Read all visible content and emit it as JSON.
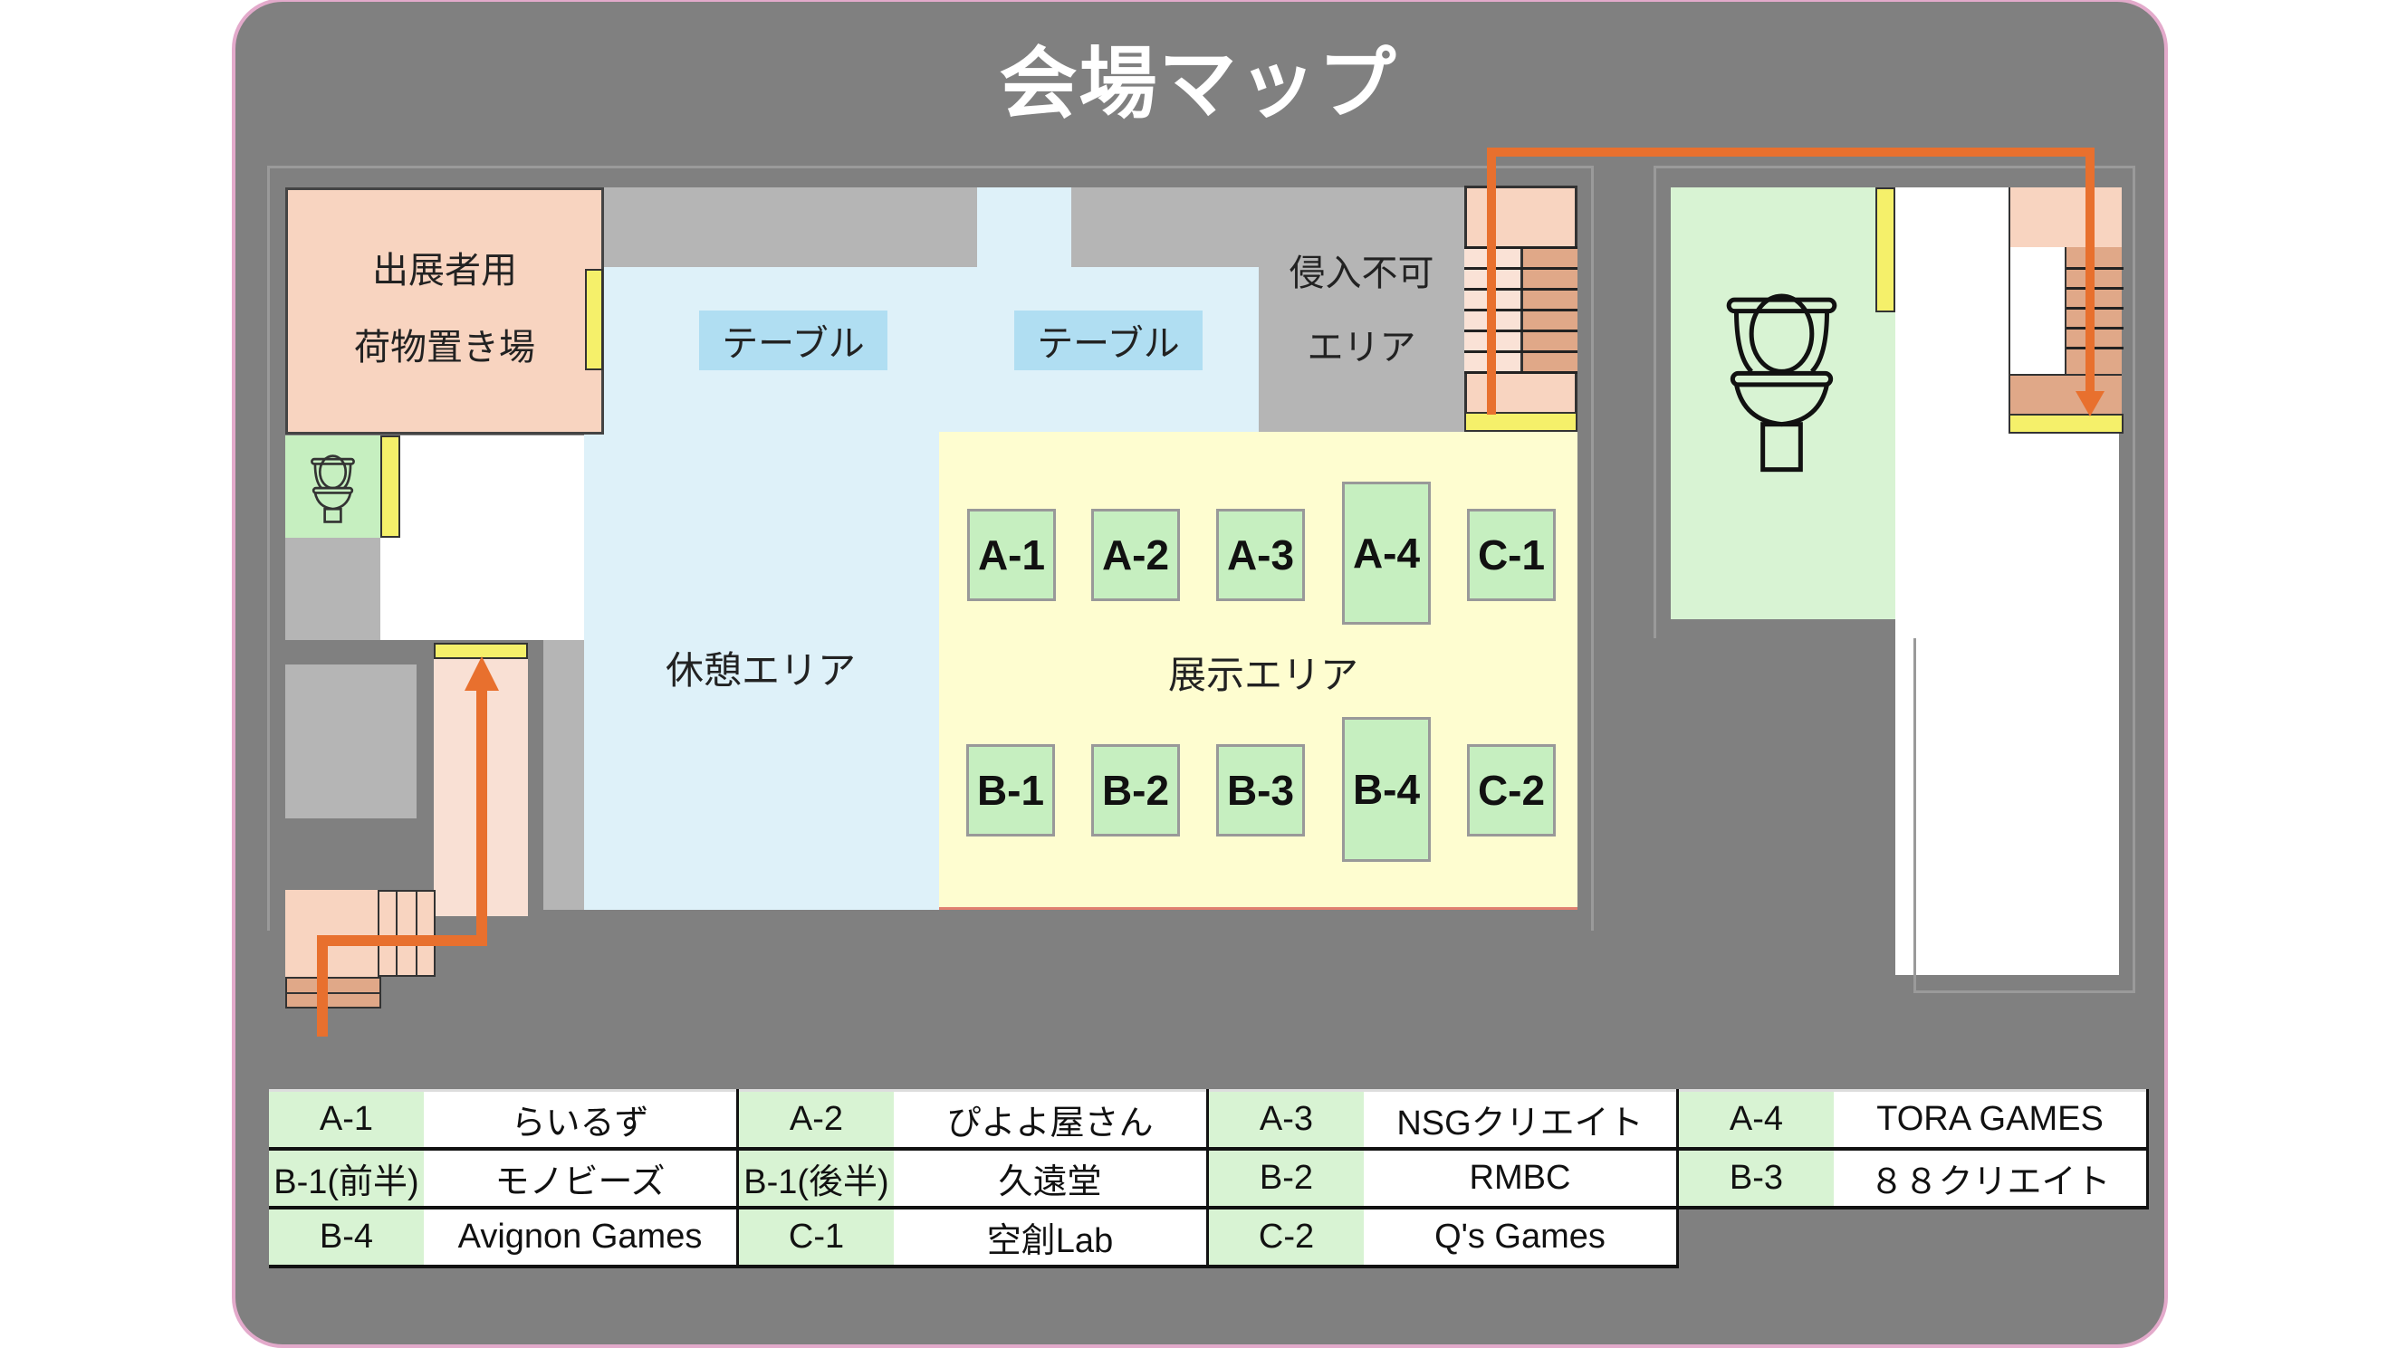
{
  "title": "会場マップ",
  "colors": {
    "background": "#808080",
    "frame_border": "#e3aacb",
    "storage": "#f8d4c0",
    "rest_area": "#def1f9",
    "exhibit_area": "#fefdd0",
    "booth": "#c6efc0",
    "restricted": "#b5b5b5",
    "door": "#f5f06a",
    "route_arrow": "#e8702e",
    "table": "#b0def2"
  },
  "areas": {
    "storage_line1": "出展者用",
    "storage_line2": "荷物置き場",
    "table_left": "テーブル",
    "table_right": "テーブル",
    "restricted_line1": "侵入不可",
    "restricted_line2": "エリア",
    "rest_area": "休憩エリア",
    "exhibit_area": "展示エリア"
  },
  "booths": {
    "top": [
      "A-1",
      "A-2",
      "A-3",
      "A-4",
      "C-1"
    ],
    "bottom": [
      "B-1",
      "B-2",
      "B-3",
      "B-4",
      "C-2"
    ]
  },
  "icons": {
    "toilet_small": "toilet-icon",
    "toilet_large": "toilet-icon",
    "route": "arrow-icon"
  },
  "legend": {
    "rows": [
      [
        {
          "code": "A-1",
          "name": "らいるず"
        },
        {
          "code": "A-2",
          "name": "ぴよよ屋さん"
        },
        {
          "code": "A-3",
          "name": "NSGクリエイト"
        },
        {
          "code": "A-4",
          "name": "TORA GAMES"
        }
      ],
      [
        {
          "code": "B-1(前半)",
          "name": "モノビーズ"
        },
        {
          "code": "B-1(後半)",
          "name": "久遠堂"
        },
        {
          "code": "B-2",
          "name": "RMBC"
        },
        {
          "code": "B-3",
          "name": "８８クリエイト"
        }
      ],
      [
        {
          "code": "B-4",
          "name": "Avignon Games"
        },
        {
          "code": "C-1",
          "name": "空創Lab"
        },
        {
          "code": "C-2",
          "name": "Q's Games"
        }
      ]
    ]
  }
}
